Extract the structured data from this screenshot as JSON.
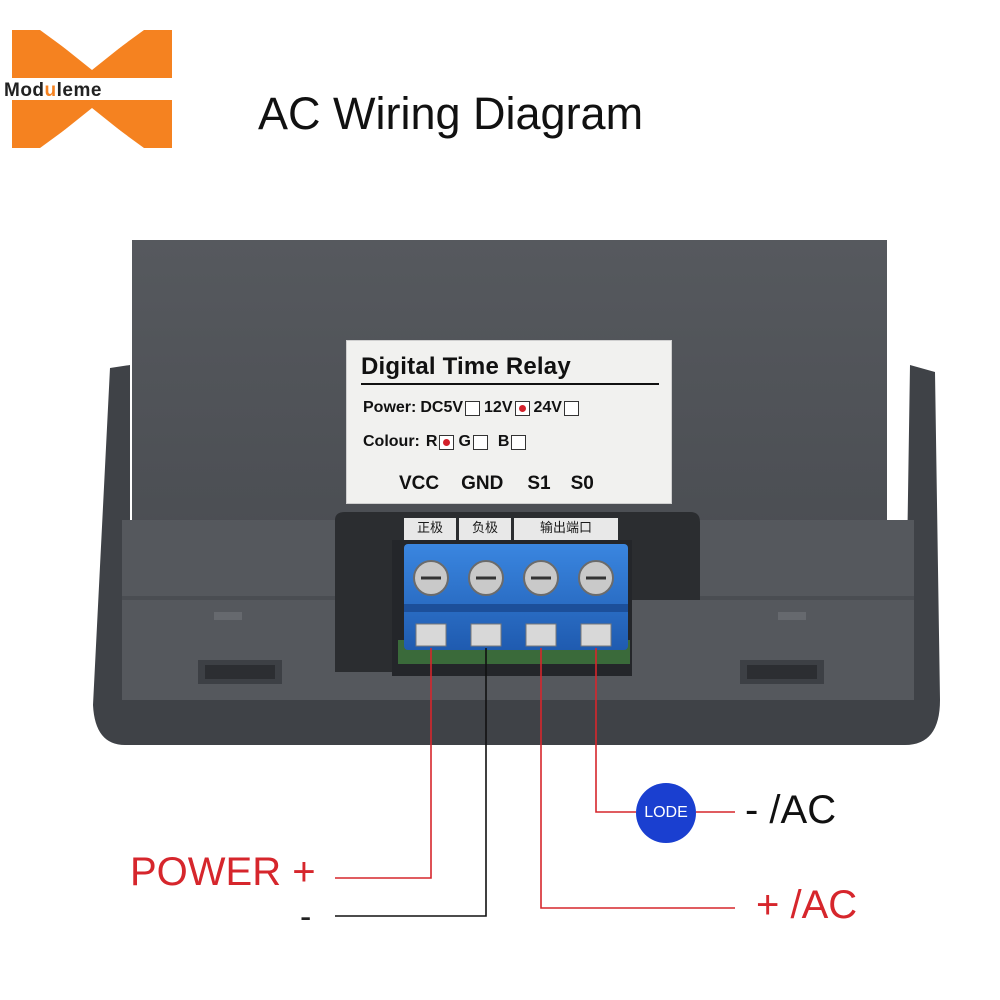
{
  "logo": {
    "brand_prefix": "Mod",
    "brand_highlight": "u",
    "brand_suffix": "leme",
    "color": "#f58220",
    "highlight_color": "#f58220"
  },
  "title": "AC Wiring Diagram",
  "sticker": {
    "title": "Digital Time Relay",
    "power_label": "Power:",
    "power_options": [
      "DC5V",
      "12V",
      "24V"
    ],
    "power_selected": "12V",
    "colour_label": "Colour:",
    "colour_options": [
      "R",
      "G",
      "B"
    ],
    "colour_selected": "R",
    "pins": [
      "VCC",
      "GND",
      "S1",
      "S0"
    ]
  },
  "terminal_cn_labels": [
    "正极",
    "负极",
    "输出端口"
  ],
  "wiring": {
    "power_label": "POWER +",
    "power_minus": "-",
    "load_label": "LODE",
    "ac_minus": "- /AC",
    "ac_plus": "+ /AC"
  },
  "colors": {
    "housing": "#5b5e63",
    "terminal_blue": "#2f6fc4",
    "red_wire": "#d6262c",
    "black_wire": "#111111",
    "load_circle": "#1a3fd0"
  }
}
